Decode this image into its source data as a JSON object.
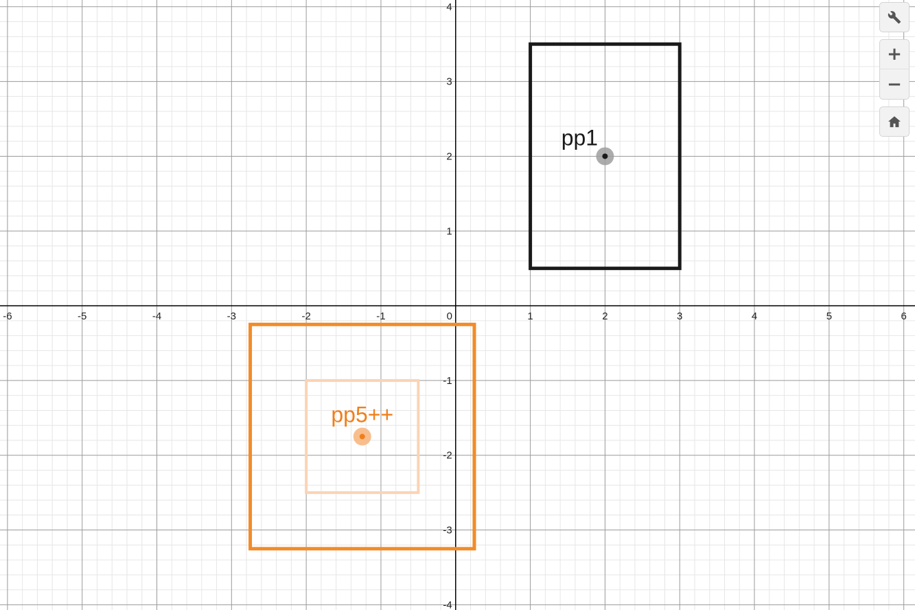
{
  "toolbar": {
    "settings_icon": "wrench-icon",
    "zoom_in_label": "+",
    "zoom_out_label": "−",
    "home_icon": "home-icon"
  },
  "graph": {
    "x_range": [
      -6.1,
      6.15
    ],
    "y_range": [
      -4.07,
      4.09
    ],
    "x_ticks": [
      "-6",
      "-5",
      "-4",
      "-3",
      "-2",
      "-1",
      "0",
      "1",
      "2",
      "3",
      "4",
      "5",
      "6"
    ],
    "y_ticks": [
      "4",
      "3",
      "2",
      "1",
      "-1",
      "-2",
      "-3",
      "-4"
    ],
    "axis_color": "#000000",
    "major_grid_color": "#9a9a9a",
    "minor_grid_color": "#e6e6e6"
  },
  "objects": {
    "rect_black": {
      "x": [
        1,
        3
      ],
      "y": [
        0.5,
        3.5
      ],
      "color": "#1a1a1a"
    },
    "point_pp1": {
      "label": "pp1",
      "x": 2,
      "y": 2,
      "color": "#1a1a1a",
      "halo_color": "#9e9e9e"
    },
    "rect_orange_outer": {
      "x": [
        -2.75,
        0.25
      ],
      "y": [
        -3.25,
        -0.25
      ],
      "color": "#f28c28"
    },
    "rect_orange_inner": {
      "x": [
        -2,
        -0.5
      ],
      "y": [
        -2.5,
        -1
      ],
      "color": "#fbd3b5"
    },
    "point_pp5": {
      "label": "pp5++",
      "x": -1.25,
      "y": -1.75,
      "color": "#f07f1b",
      "halo_color": "#f7b37a"
    }
  }
}
